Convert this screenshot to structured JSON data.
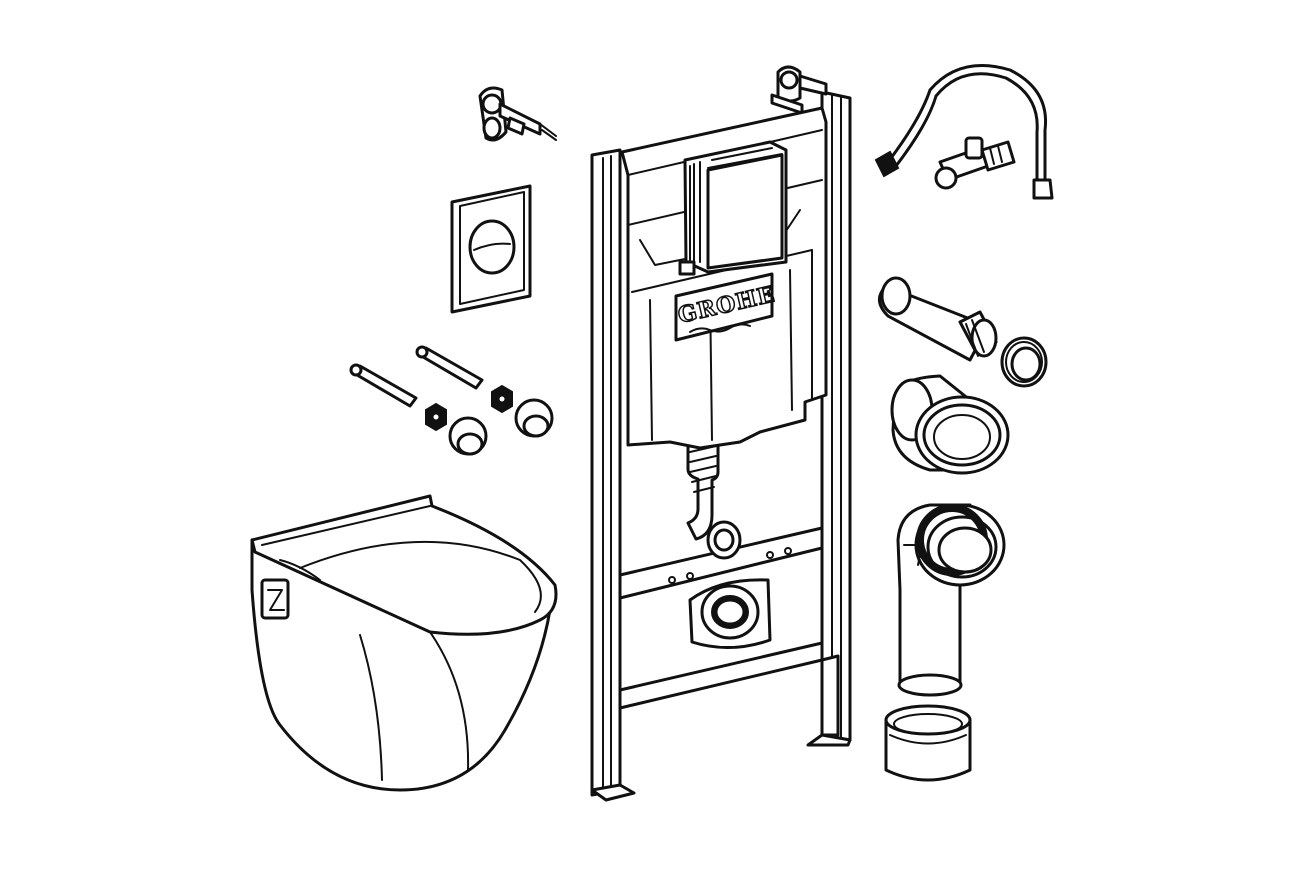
{
  "brand": {
    "logo_text": "GROHE"
  },
  "colors": {
    "line": "#111111",
    "background": "#ffffff"
  },
  "parts": [
    "wall-hung-toilet-bowl",
    "flush-plate",
    "installation-frame",
    "cistern",
    "wall-brackets",
    "bowl-fixing-studs",
    "fixing-nuts",
    "cover-caps",
    "flexible-hose",
    "angle-valve",
    "connection-pipe",
    "pipe-seal",
    "flush-pipe-connector",
    "drain-bend",
    "drain-cap"
  ]
}
